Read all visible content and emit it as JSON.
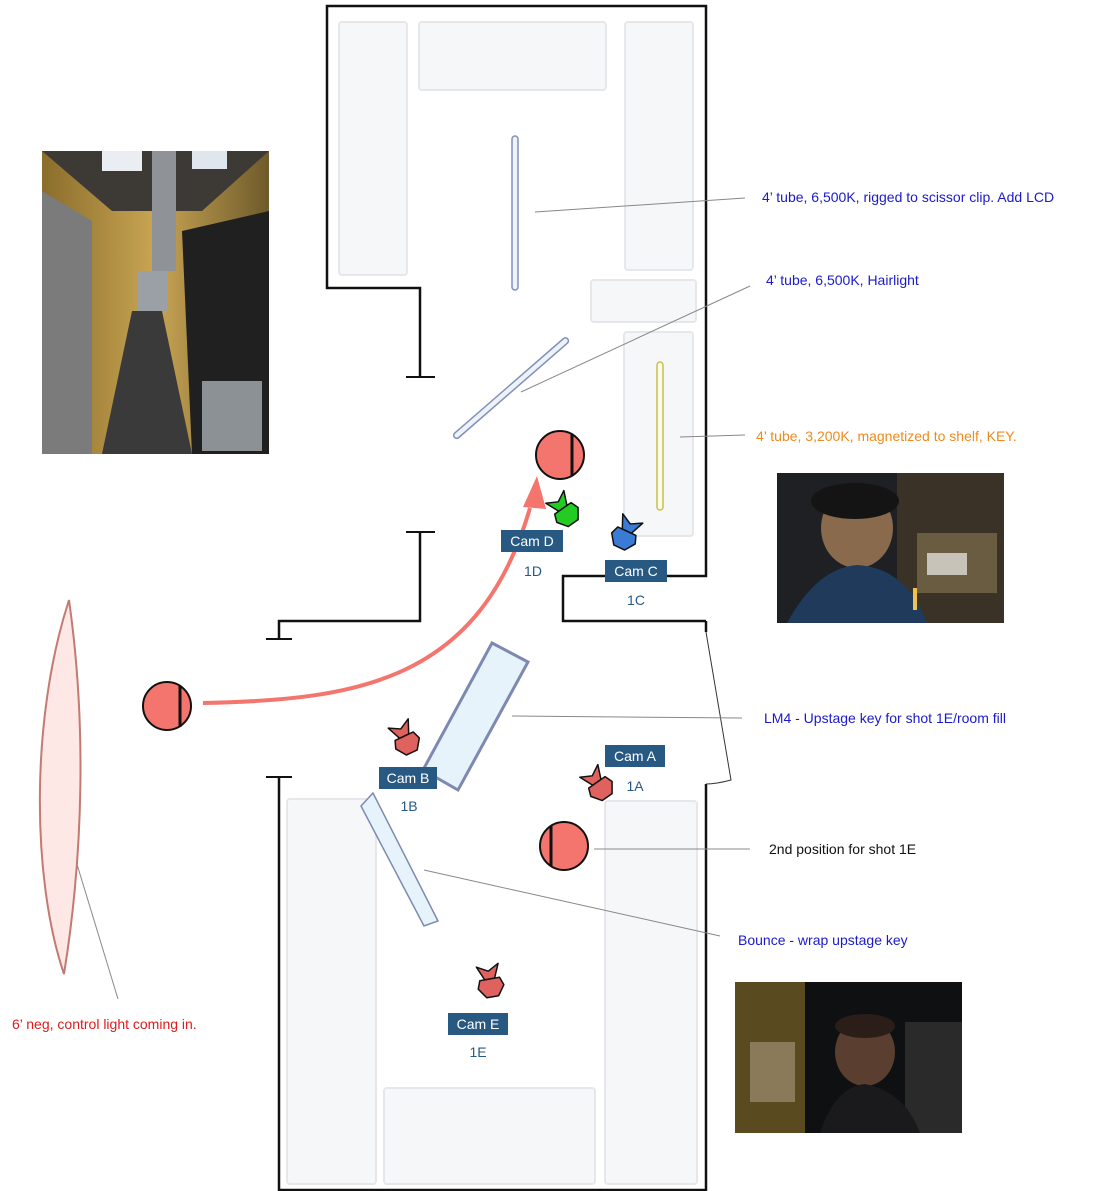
{
  "labels": {
    "tube_scissor": "4’ tube, 6,500K, rigged to scissor clip. Add LCD",
    "tube_hair": "4’ tube, 6,500K, Hairlight",
    "tube_key": "4’ tube, 3,200K, magnetized to shelf, KEY.",
    "lm4": "LM4 - Upstage key for shot 1E/room fill",
    "second_position": "2nd position for shot 1E",
    "bounce": "Bounce - wrap upstage key",
    "neg": "6’ neg, control light coming in."
  },
  "cameras": [
    {
      "name": "Cam D",
      "shot": "1D",
      "color": "#22cc22"
    },
    {
      "name": "Cam C",
      "shot": "1C",
      "color": "#3a7bd5"
    },
    {
      "name": "Cam B",
      "shot": "1B",
      "color": "#e0625f"
    },
    {
      "name": "Cam A",
      "shot": "1A",
      "color": "#e0625f"
    },
    {
      "name": "Cam E",
      "shot": "1E",
      "color": "#e0625f"
    }
  ],
  "colors": {
    "actor": "#f4756e",
    "camera_label_bg": "#285983",
    "blue_text": "#1a1acc",
    "orange_text": "#f08a1c",
    "red_text": "#e01b1b",
    "move_arrow": "#f4756e"
  }
}
